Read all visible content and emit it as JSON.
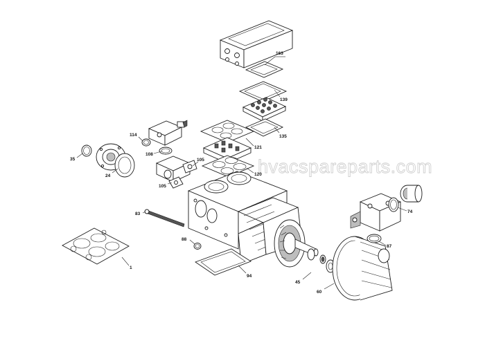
{
  "watermark": "hvacspareparts.com",
  "callouts": [
    {
      "id": "163",
      "label": "163"
    },
    {
      "id": "139",
      "label": "139"
    },
    {
      "id": "135",
      "label": "135"
    },
    {
      "id": "121",
      "label": "121"
    },
    {
      "id": "120",
      "label": "120"
    },
    {
      "id": "114",
      "label": "114"
    },
    {
      "id": "108",
      "label": "108"
    },
    {
      "id": "105a",
      "label": "105"
    },
    {
      "id": "105b",
      "label": "105"
    },
    {
      "id": "35",
      "label": "35"
    },
    {
      "id": "24",
      "label": "24"
    },
    {
      "id": "83",
      "label": "83"
    },
    {
      "id": "88",
      "label": "88"
    },
    {
      "id": "1",
      "label": "1"
    },
    {
      "id": "94",
      "label": "94"
    },
    {
      "id": "45",
      "label": "45"
    },
    {
      "id": "60",
      "label": "60"
    },
    {
      "id": "87",
      "label": "87"
    },
    {
      "id": "74",
      "label": "74"
    }
  ],
  "colors": {
    "line": "#1a1a1a",
    "watermark": "#cfcfcf",
    "background": "#ffffff"
  }
}
